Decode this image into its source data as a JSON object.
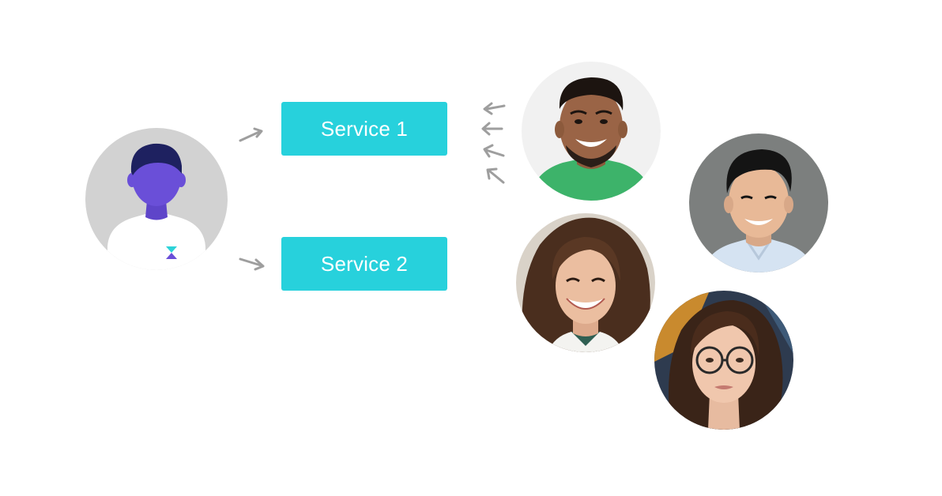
{
  "diagram": {
    "services": [
      {
        "label": "Service 1"
      },
      {
        "label": "Service 2"
      }
    ]
  },
  "colors": {
    "service_box": "#27D1DC",
    "arrow": "#9E9E9E",
    "user_circle": "#D2D2D2",
    "user_head": "#6A4FD8",
    "user_hair": "#1E2160",
    "logo_teal": "#2DD3D8",
    "logo_purple": "#6A4FD8"
  },
  "icons": {
    "user_avatar": "generic-user-avatar-icon",
    "people": [
      "person-photo-man-green-shirt",
      "person-photo-man-light-shirt",
      "person-photo-woman-curly-hair",
      "person-photo-woman-glasses"
    ]
  }
}
